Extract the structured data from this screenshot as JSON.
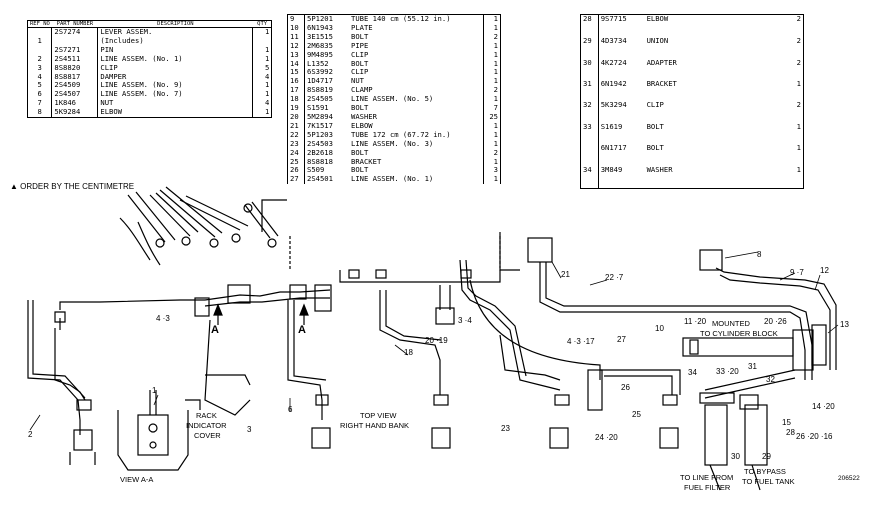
{
  "parts_table_1": {
    "headers": {
      "ref": "REF NO",
      "part": "PART NUMBER",
      "desc": "DESCRIPTION",
      "qty": "QTY"
    },
    "rows": [
      {
        "ref": "",
        "part": "2S7274",
        "desc": "LEVER ASSEM.",
        "qty": "1"
      },
      {
        "ref": "1",
        "part": "",
        "desc": "(Includes)",
        "qty": ""
      },
      {
        "ref": "",
        "part": "2S7271",
        "desc": "PIN",
        "qty": "1"
      },
      {
        "ref": "2",
        "part": "2S4511",
        "desc": "LINE ASSEM. (No. 1)",
        "qty": "1"
      },
      {
        "ref": "3",
        "part": "8S8820",
        "desc": "CLIP",
        "qty": "5"
      },
      {
        "ref": "4",
        "part": "8S8817",
        "desc": "DAMPER",
        "qty": "4"
      },
      {
        "ref": "5",
        "part": "2S4509",
        "desc": "LINE ASSEM. (No. 9)",
        "qty": "1"
      },
      {
        "ref": "6",
        "part": "2S4507",
        "desc": "LINE ASSEM. (No. 7)",
        "qty": "1"
      },
      {
        "ref": "7",
        "part": "1K846",
        "desc": "NUT",
        "qty": "4"
      },
      {
        "ref": "8",
        "part": "5K9284",
        "desc": "ELBOW",
        "qty": "1"
      }
    ]
  },
  "parts_table_2": {
    "rows": [
      {
        "ref": "9",
        "part": "5P1201",
        "desc": "TUBE 140 cm (55.12 in.)",
        "qty": "1"
      },
      {
        "ref": "10",
        "part": "6N1943",
        "desc": "PLATE",
        "qty": "1"
      },
      {
        "ref": "11",
        "part": "3E1515",
        "desc": "BOLT",
        "qty": "2"
      },
      {
        "ref": "12",
        "part": "2M6835",
        "desc": "PIPE",
        "qty": "1"
      },
      {
        "ref": "13",
        "part": "9M4895",
        "desc": "CLIP",
        "qty": "1"
      },
      {
        "ref": "14",
        "part": "L1352",
        "desc": "BOLT",
        "qty": "1"
      },
      {
        "ref": "15",
        "part": "6S3992",
        "desc": "CLIP",
        "qty": "1"
      },
      {
        "ref": "16",
        "part": "1D4717",
        "desc": "NUT",
        "qty": "1"
      },
      {
        "ref": "17",
        "part": "8S8819",
        "desc": "CLAMP",
        "qty": "2"
      },
      {
        "ref": "18",
        "part": "2S4505",
        "desc": "LINE ASSEM. (No. 5)",
        "qty": "1"
      },
      {
        "ref": "19",
        "part": "S1591",
        "desc": "BOLT",
        "qty": "7"
      },
      {
        "ref": "20",
        "part": "5M2894",
        "desc": "WASHER",
        "qty": "25"
      },
      {
        "ref": "21",
        "part": "7K1517",
        "desc": "ELBOW",
        "qty": "1"
      },
      {
        "ref": "22",
        "part": "5P1203",
        "desc": "TUBE 172 cm (67.72 in.)",
        "qty": "1"
      },
      {
        "ref": "23",
        "part": "2S4503",
        "desc": "LINE ASSEM. (No. 3)",
        "qty": "1"
      },
      {
        "ref": "24",
        "part": "2B2618",
        "desc": "BOLT",
        "qty": "2"
      },
      {
        "ref": "25",
        "part": "8S8818",
        "desc": "BRACKET",
        "qty": "1"
      },
      {
        "ref": "26",
        "part": "S509",
        "desc": "BOLT",
        "qty": "3"
      },
      {
        "ref": "27",
        "part": "2S4501",
        "desc": "LINE ASSEM. (No. 1)",
        "qty": "1"
      }
    ]
  },
  "parts_table_3": {
    "rows": [
      {
        "ref": "28",
        "part": "9S7715",
        "desc": "ELBOW",
        "qty": "2"
      },
      {
        "ref": "29",
        "part": "4D3734",
        "desc": "UNION",
        "qty": "2"
      },
      {
        "ref": "30",
        "part": "4K2724",
        "desc": "ADAPTER",
        "qty": "2"
      },
      {
        "ref": "31",
        "part": "6N1942",
        "desc": "BRACKET",
        "qty": "1"
      },
      {
        "ref": "32",
        "part": "5K3294",
        "desc": "CLIP",
        "qty": "2"
      },
      {
        "ref": "33",
        "part": "S1619",
        "desc": "BOLT",
        "qty": "1"
      },
      {
        "ref": "",
        "part": "6N1717",
        "desc": "BOLT",
        "qty": "1"
      },
      {
        "ref": "34",
        "part": "3M849",
        "desc": "WASHER",
        "qty": "1"
      }
    ]
  },
  "notes": {
    "order_note": "▲ ORDER BY THE CENTIMETRE"
  },
  "captions": {
    "view_aa": "VIEW A-A",
    "rack_indicator_1": "RACK",
    "rack_indicator_2": "INDICATOR",
    "rack_indicator_3": "COVER",
    "top_view_1": "TOP VIEW",
    "top_view_2": "RIGHT HAND BANK",
    "mounted_1": "MOUNTED",
    "mounted_2": "TO CYLINDER BLOCK",
    "fuel_filter_1": "TO LINE FROM",
    "fuel_filter_2": "FUEL FILTER",
    "bypass_1": "TO BYPASS",
    "bypass_2": "TO FUEL TANK",
    "doc_number": "206522",
    "section_a_left": "A",
    "section_a_right": "A"
  },
  "callouts": [
    {
      "id": "c1",
      "text": "1"
    },
    {
      "id": "c2",
      "text": "2"
    },
    {
      "id": "c3",
      "text": "3"
    },
    {
      "id": "c6",
      "text": "6"
    },
    {
      "id": "c43a",
      "text": "4 ·3"
    },
    {
      "id": "c8",
      "text": "8"
    },
    {
      "id": "c97",
      "text": "9 ·7"
    },
    {
      "id": "c12",
      "text": "12"
    },
    {
      "id": "c13",
      "text": "13"
    },
    {
      "id": "c1420",
      "text": "14 ·20"
    },
    {
      "id": "c2016",
      "text": "26 ·20 ·16"
    },
    {
      "id": "c15",
      "text": "15"
    },
    {
      "id": "c10",
      "text": "10"
    },
    {
      "id": "c1120",
      "text": "11 ·20"
    },
    {
      "id": "c2026",
      "text": "20 ·26"
    },
    {
      "id": "c227",
      "text": "22 ·7"
    },
    {
      "id": "c21",
      "text": "21"
    },
    {
      "id": "c18",
      "text": "18"
    },
    {
      "id": "c2019",
      "text": "20 ·19"
    },
    {
      "id": "c34b",
      "text": "3 ·4"
    },
    {
      "id": "c4317",
      "text": "4 ·3 ·17"
    },
    {
      "id": "c27",
      "text": "27"
    },
    {
      "id": "c26",
      "text": "26"
    },
    {
      "id": "c25",
      "text": "25"
    },
    {
      "id": "c2420",
      "text": "24 ·20"
    },
    {
      "id": "c23",
      "text": "23"
    },
    {
      "id": "c34",
      "text": "34"
    },
    {
      "id": "c33",
      "text": "33 ·20"
    },
    {
      "id": "c31",
      "text": "31"
    },
    {
      "id": "c32",
      "text": "32"
    },
    {
      "id": "c28",
      "text": "28"
    },
    {
      "id": "c29",
      "text": "29"
    },
    {
      "id": "c30",
      "text": "30"
    }
  ]
}
